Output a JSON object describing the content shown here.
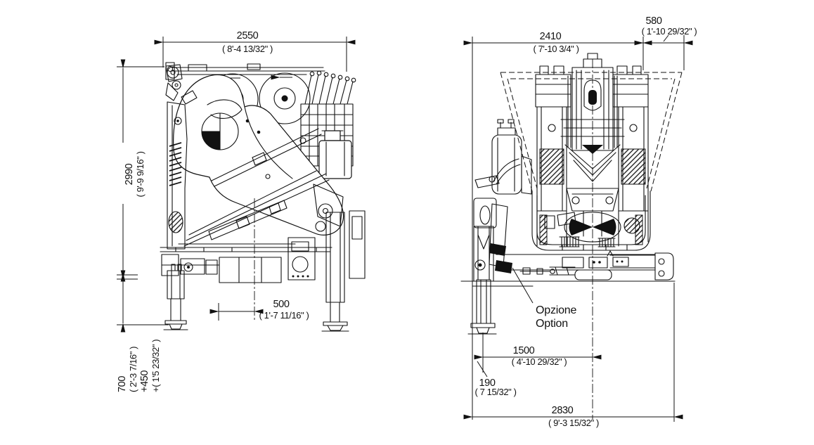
{
  "colors": {
    "background": "#ffffff",
    "line": "#111111"
  },
  "side_view": {
    "overall_width_mm": "2550",
    "overall_width_imp": "( 8'-4 13/32\" )",
    "overall_height_mm": "2990",
    "overall_height_imp": "( 9'-9 9/16\" )",
    "offset_mm": "500",
    "offset_imp": "( 1'-7 11/16\" )",
    "clearance_mm": "700",
    "clearance_imp": "( 2'-3 7/16\" )",
    "clearance_ext_mm": "+450",
    "clearance_ext_imp": "+( 1'5 23/32\" )"
  },
  "rear_view": {
    "width_mm": "2410",
    "width_imp": "( 7'-10 3/4\" )",
    "tail_mm": "580",
    "tail_imp": "( 1'-10 29/32\" )",
    "stab_center_mm": "1500",
    "stab_center_imp": "( 4'-10 29/32\" )",
    "foot_mm": "190",
    "foot_imp": "( 7 15/32\" )",
    "total_mm": "2830",
    "total_imp": "( 9'-3 15/32\" )",
    "option_it": "Opzione",
    "option_en": "Option"
  }
}
